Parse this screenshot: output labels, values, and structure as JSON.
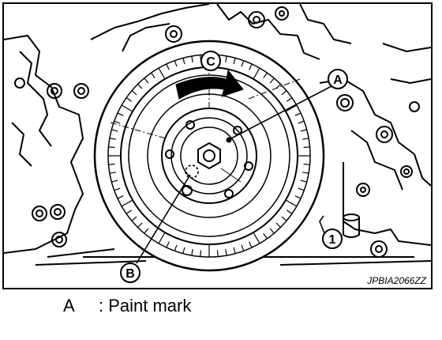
{
  "figure": {
    "callouts": {
      "a": "A",
      "b": "B",
      "c": "C",
      "part_1": "1"
    },
    "image_id": "JPBIA2066ZZ",
    "line_color": "#000000",
    "background": "#ffffff"
  },
  "legend": {
    "key": "A",
    "text": ": Paint mark"
  }
}
